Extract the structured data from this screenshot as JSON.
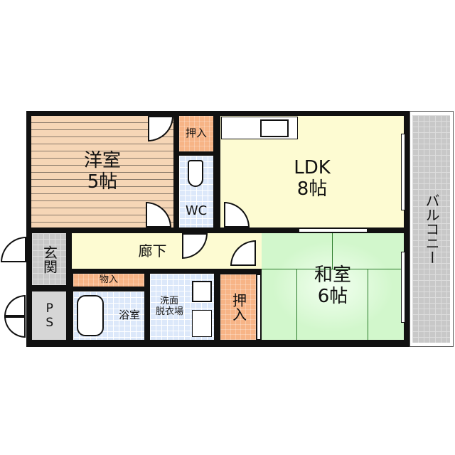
{
  "rooms": {
    "western": {
      "name": "洋室",
      "size": "5帖"
    },
    "closet_top": {
      "name": "押入"
    },
    "wc": {
      "name": "WC"
    },
    "ldk": {
      "name": "LDK",
      "size": "8帖"
    },
    "hallway": {
      "name": "廊下"
    },
    "entrance": {
      "name": "玄関"
    },
    "storage": {
      "name": "物入"
    },
    "ps": {
      "name": "PS"
    },
    "bath": {
      "name": "浴室"
    },
    "washroom": {
      "line1": "洗面",
      "line2": "脱衣場"
    },
    "closet_right": {
      "name": "押入"
    },
    "japanese": {
      "name": "和室",
      "size": "6帖"
    },
    "balcony": {
      "name": "バルコニー"
    }
  },
  "colors": {
    "western": "#f6d6b6",
    "closet": "#f7b486",
    "wet": "#dce8fa",
    "ldk": "#fdfbd2",
    "japanese": "#d2f7cc",
    "balcony": "#c8c8c8"
  }
}
